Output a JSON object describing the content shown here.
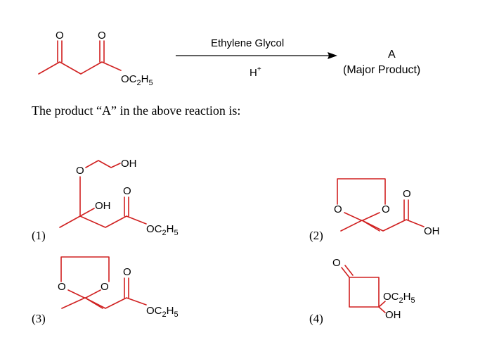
{
  "reaction": {
    "reagent": "Ethylene Glycol",
    "catalyst_base": "H",
    "catalyst_charge": "+",
    "product_label": "A",
    "product_note": "(Major Product)",
    "reactant_group_base": "OC",
    "reactant_group_sub1": "2",
    "reactant_group_mid": "H",
    "reactant_group_sub2": "5"
  },
  "question": {
    "text": "The product “A” in the above reaction is:"
  },
  "atoms": {
    "O": "O",
    "OH": "OH"
  },
  "options": [
    {
      "label": "(1)"
    },
    {
      "label": "(2)"
    },
    {
      "label": "(3)"
    },
    {
      "label": "(4)"
    }
  ],
  "colors": {
    "bond": "#d02020",
    "text": "#000000"
  }
}
